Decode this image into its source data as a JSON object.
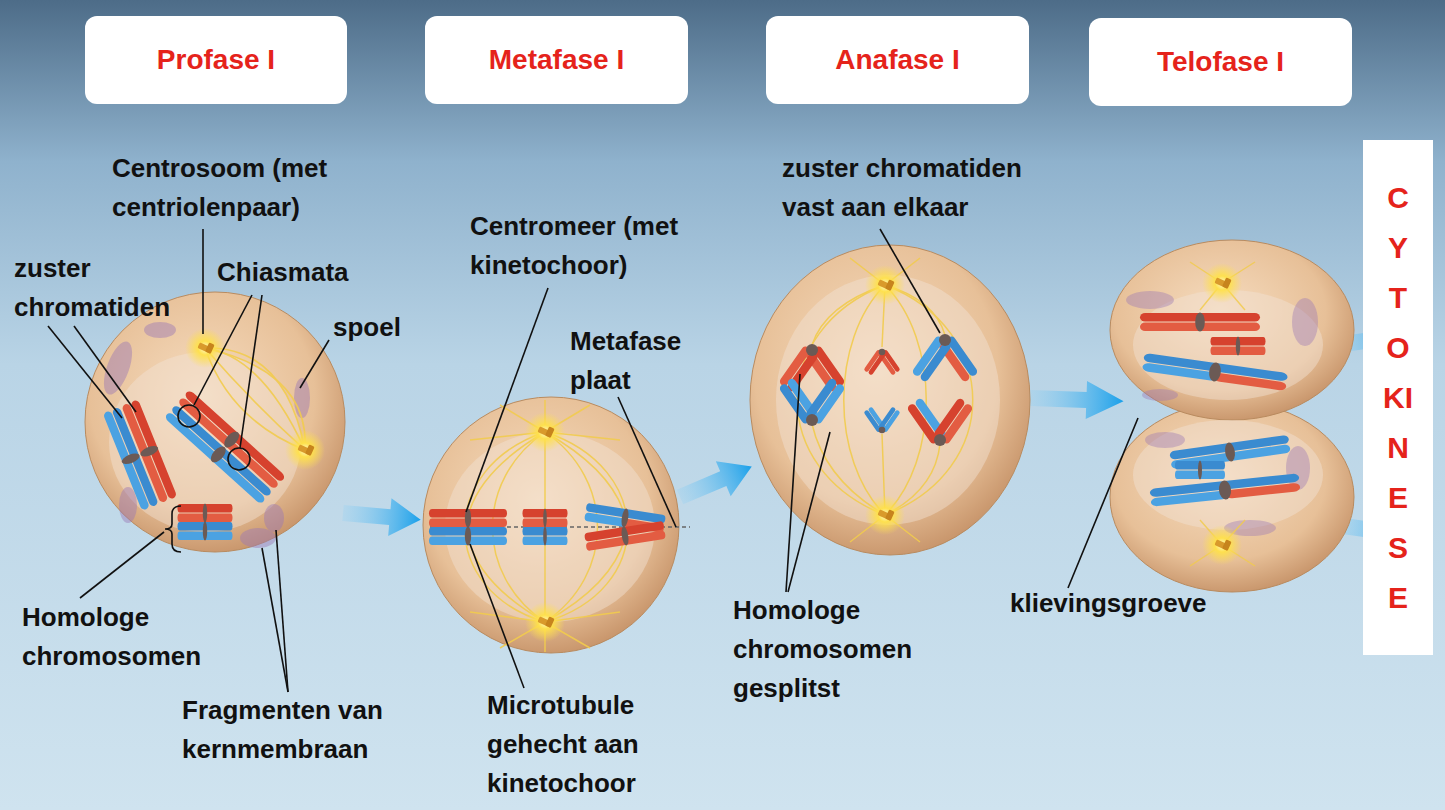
{
  "diagram": {
    "nodes": [
      {
        "text": [
          "Profase I"
        ]
      },
      {
        "text": [
          "Metafase I"
        ]
      },
      {
        "text": [
          "Anafase I"
        ]
      },
      {
        "text": [
          "Telofase I"
        ]
      },
      {
        "text": [
          "CYTOKINESE"
        ]
      }
    ],
    "labels": [
      "Centrosoom (met centriolenpaar)",
      "zuster chromatiden",
      "Chiasmata",
      "spoel",
      "Homologe chromosomen",
      "Fragmenten van kernmembraan",
      "Centromeer (met kinetochoor)",
      "Metafase plaat",
      "Microtubule gehecht aan kinetochoor",
      "zuster chromatiden vast aan elkaar",
      "Homologe chromosomen gesplitst",
      "klievingsgroeve"
    ]
  }
}
